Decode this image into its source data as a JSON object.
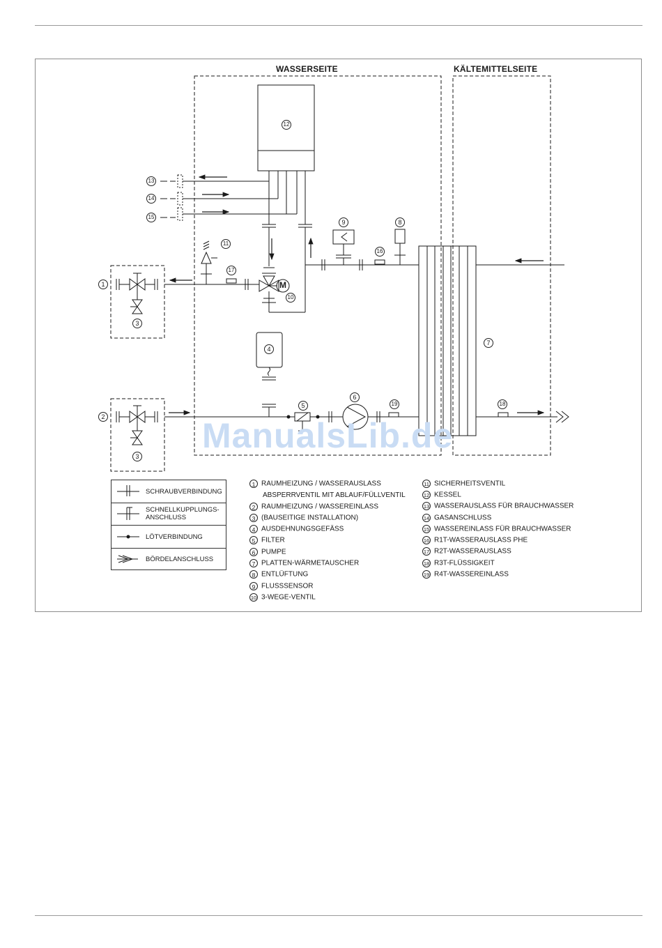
{
  "sections": {
    "water_side": "WASSERSEITE",
    "refrigerant_side": "KÄLTEMITTELSEITE"
  },
  "watermark": "ManualsLib.de",
  "numbers": [
    "1",
    "2",
    "3",
    "3",
    "4",
    "5",
    "6",
    "7",
    "8",
    "9",
    "10",
    "11",
    "12",
    "13",
    "14",
    "15",
    "16",
    "17",
    "18",
    "19"
  ],
  "legend_symbols": [
    {
      "name": "screw",
      "label": "SCHRAUBVERBINDUNG"
    },
    {
      "name": "quick",
      "label": "SCHNELLKUPPLUNGS-\nANSCHLUSS"
    },
    {
      "name": "solder",
      "label": "LÖTVERBINDUNG"
    },
    {
      "name": "flare",
      "label": "BÖRDELANSCHLUSS"
    }
  ],
  "legend_col1": [
    {
      "n": "1",
      "text": "RAUMHEIZUNG / WASSERAUSLASS"
    },
    {
      "n": "",
      "text": "ABSPERRVENTIL MIT ABLAUF/FÜLLVENTIL"
    },
    {
      "n": "2",
      "text": "RAUMHEIZUNG / WASSEREINLASS"
    },
    {
      "n": "3",
      "text": "(BAUSEITIGE INSTALLATION)"
    },
    {
      "n": "4",
      "text": "AUSDEHNUNGSGEFÄSS"
    },
    {
      "n": "5",
      "text": "FILTER"
    },
    {
      "n": "6",
      "text": "PUMPE"
    },
    {
      "n": "7",
      "text": "PLATTEN-WÄRMETAUSCHER"
    },
    {
      "n": "8",
      "text": "ENTLÜFTUNG"
    },
    {
      "n": "9",
      "text": "FLUSSSENSOR"
    },
    {
      "n": "10",
      "text": "3-WEGE-VENTIL"
    }
  ],
  "legend_col2": [
    {
      "n": "11",
      "text": "SICHERHEITSVENTIL"
    },
    {
      "n": "12",
      "text": "KESSEL"
    },
    {
      "n": "13",
      "text": "WASSERAUSLASS FÜR BRAUCHWASSER"
    },
    {
      "n": "14",
      "text": "GASANSCHLUSS"
    },
    {
      "n": "15",
      "text": "WASSEREINLASS FÜR BRAUCHWASSER"
    },
    {
      "n": "16",
      "text": "R1T-WASSERAUSLASS PHE"
    },
    {
      "n": "17",
      "text": "R2T-WASSERAUSLASS"
    },
    {
      "n": "18",
      "text": "R3T-FLÜSSIGKEIT"
    },
    {
      "n": "19",
      "text": "R4T-WASSEREINLASS"
    }
  ],
  "motor_label": "M",
  "colors": {
    "line": "#1a1a1a",
    "frame": "#8c8c8c",
    "watermark": "#c9dcf4"
  }
}
